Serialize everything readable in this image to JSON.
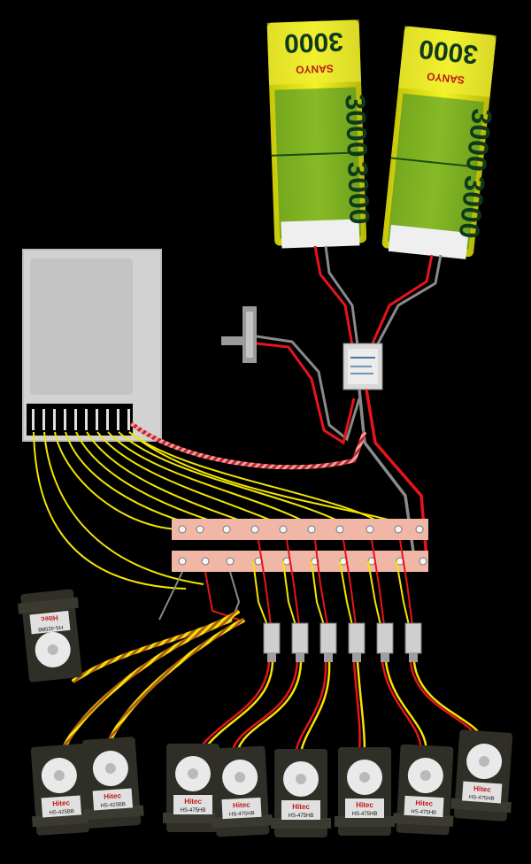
{
  "colors": {
    "background": "#000000",
    "wire_red": "#e8141b",
    "wire_gray": "#8a8a8a",
    "wire_yellow": "#f2e600",
    "wire_black": "#111111",
    "battery_body": "#e8e60f",
    "battery_green": "#1f8a25",
    "rail": "#f0b7a6",
    "receiver": "#d3d3d3",
    "servo_case": "#2f2f27",
    "servo_horn": "#e9e9e9"
  },
  "batteries": [
    {
      "capacity": "3000",
      "brand": "SANYO",
      "cell_label": "3000"
    },
    {
      "capacity": "3000",
      "brand": "SANYO",
      "cell_label": "3000"
    }
  ],
  "servos": [
    {
      "brand": "Hitec",
      "model": "HS-425BB"
    },
    {
      "brand": "Hitec",
      "model": "HS-425BB"
    },
    {
      "brand": "Hitec",
      "model": "HS-425BB"
    },
    {
      "brand": "Hitec",
      "model": "HS-475HB"
    },
    {
      "brand": "Hitec",
      "model": "HS-475HB"
    },
    {
      "brand": "Hitec",
      "model": "HS-475HB"
    },
    {
      "brand": "Hitec",
      "model": "HS-475HB"
    },
    {
      "brand": "Hitec",
      "model": "HS-475HB"
    },
    {
      "brand": "Hitec",
      "model": "HS-475HB"
    }
  ]
}
